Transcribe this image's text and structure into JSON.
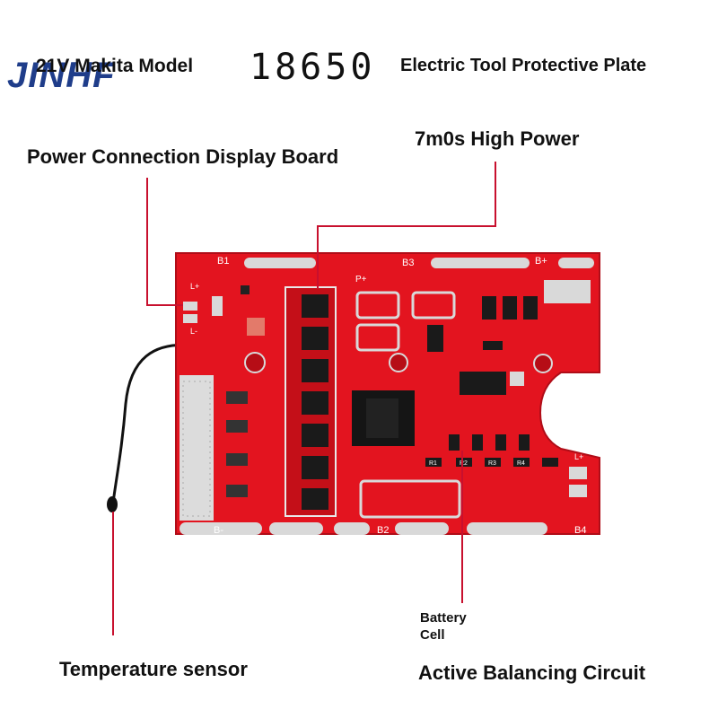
{
  "header": {
    "logo_text": "JINHF",
    "model_text": "21V Makita Model",
    "number_text": "18650",
    "plate_text": "Electric Tool Protective Plate"
  },
  "callouts": {
    "power_display": "Power Connection Display Board",
    "mos": "7m0s High Power",
    "temp": "Temperature sensor",
    "battery_cell_line1": "Battery",
    "battery_cell_line2": "Cell",
    "balancing": "Active Balancing Circuit"
  },
  "board": {
    "silk_b1": "B1",
    "silk_b2": "B2",
    "silk_b3": "B3",
    "silk_b4": "B4",
    "silk_bplus": "B+",
    "silk_bminus": "B-",
    "silk_lplus": "L+",
    "silk_lminus": "L-",
    "silk_pplus": "P+",
    "silk_r1": "R1",
    "silk_r2": "R2",
    "silk_r3": "R3",
    "silk_r4": "R4",
    "colors": {
      "pcb": "#e3141f",
      "pad": "#d9d9d9",
      "leader": "#c8102e",
      "logo": "#1f3d8a"
    }
  }
}
